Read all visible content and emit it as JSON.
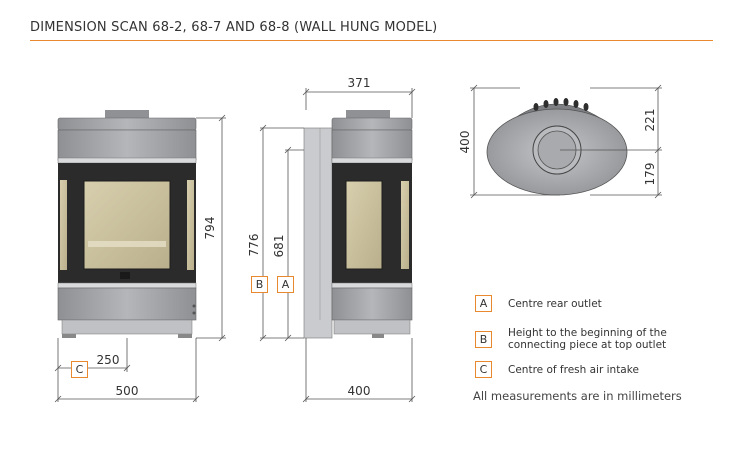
{
  "title": "DIMENSION SCAN 68-2, 68-7 AND 68-8 (WALL HUNG MODEL)",
  "colors": {
    "accent": "#e8892f",
    "stove_body": "#a9abaf",
    "glass": "#c9c0a0",
    "frame": "#2b2b2b"
  },
  "dimensions": {
    "front_width": "500",
    "front_height": "794",
    "air_intake_offset": "250",
    "side_depth_top": "371",
    "side_depth_bottom": "400",
    "height_b": "776",
    "height_a": "681",
    "top_depth": "400",
    "top_rear": "221",
    "top_front": "179"
  },
  "markers": {
    "a": "A",
    "b": "B",
    "c": "C"
  },
  "legend": [
    {
      "key": "A",
      "text": "Centre rear outlet"
    },
    {
      "key": "B",
      "text_line1": "Height to the beginning of the",
      "text_line2": "connecting piece at top outlet"
    },
    {
      "key": "C",
      "text": "Centre of fresh air intake"
    }
  ],
  "note": "All measurements are in millimeters"
}
